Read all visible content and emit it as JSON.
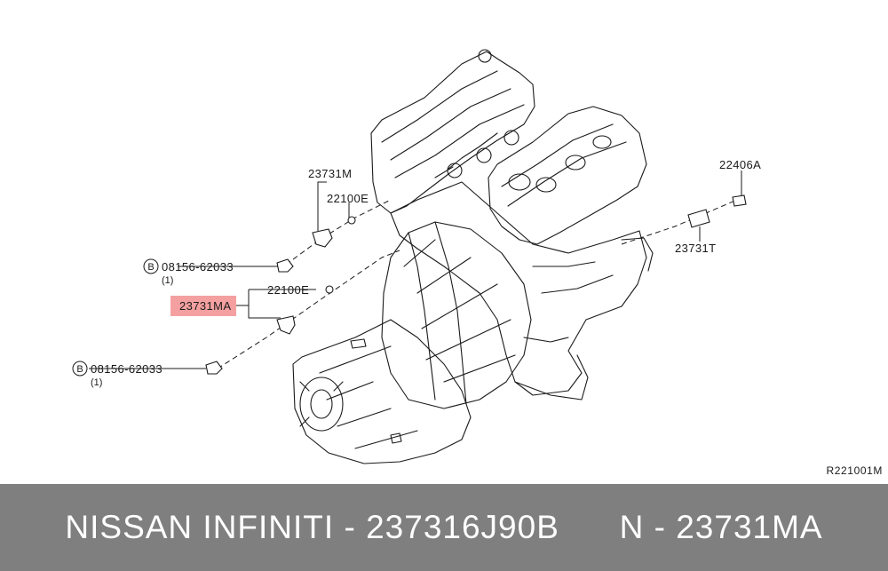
{
  "diagram": {
    "reference_code": "R221001M",
    "labels": {
      "upper_sensor": "23731M",
      "upper_oring": "22100E",
      "upper_bolt": "08156-62033",
      "upper_bolt_qty": "(1)",
      "highlighted_sensor": "23731MA",
      "lower_oring": "22100E",
      "lower_bolt": "08156-62033",
      "lower_bolt_qty": "(1)",
      "right_cap": "22406A",
      "right_sensor": "23731T"
    },
    "bolt_marker": "B",
    "highlight_color": "#f4a0a0"
  },
  "footer": {
    "brand": "NISSAN INFINITI",
    "separator": " - ",
    "part_number": "237316J90B",
    "gap": "      ",
    "n_prefix": "N",
    "n_separator": " - ",
    "n_number": "23731MA"
  },
  "colors": {
    "footer_bg": "#7f7f7f",
    "footer_text": "#ffffff",
    "line": "#1a1a1a"
  }
}
